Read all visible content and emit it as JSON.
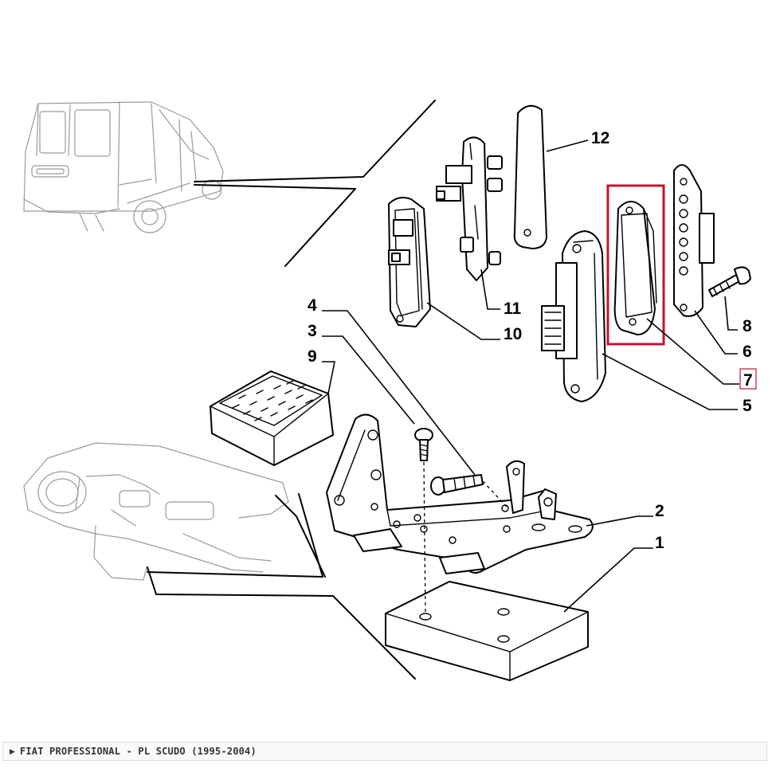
{
  "diagram": {
    "callouts": [
      {
        "id": "1",
        "label": "1"
      },
      {
        "id": "2",
        "label": "2"
      },
      {
        "id": "3",
        "label": "3"
      },
      {
        "id": "4",
        "label": "4"
      },
      {
        "id": "5",
        "label": "5"
      },
      {
        "id": "6",
        "label": "6"
      },
      {
        "id": "7",
        "label": "7",
        "highlighted": true
      },
      {
        "id": "8",
        "label": "8"
      },
      {
        "id": "9",
        "label": "9"
      },
      {
        "id": "10",
        "label": "10"
      },
      {
        "id": "11",
        "label": "11"
      },
      {
        "id": "12",
        "label": "12"
      }
    ],
    "highlighted_part": "7",
    "highlight_color": "#c8102e"
  },
  "footer": {
    "expand_icon": "triangle-right-icon",
    "title": "FIAT PROFESSIONAL - PL SCUDO (1995-2004)"
  }
}
